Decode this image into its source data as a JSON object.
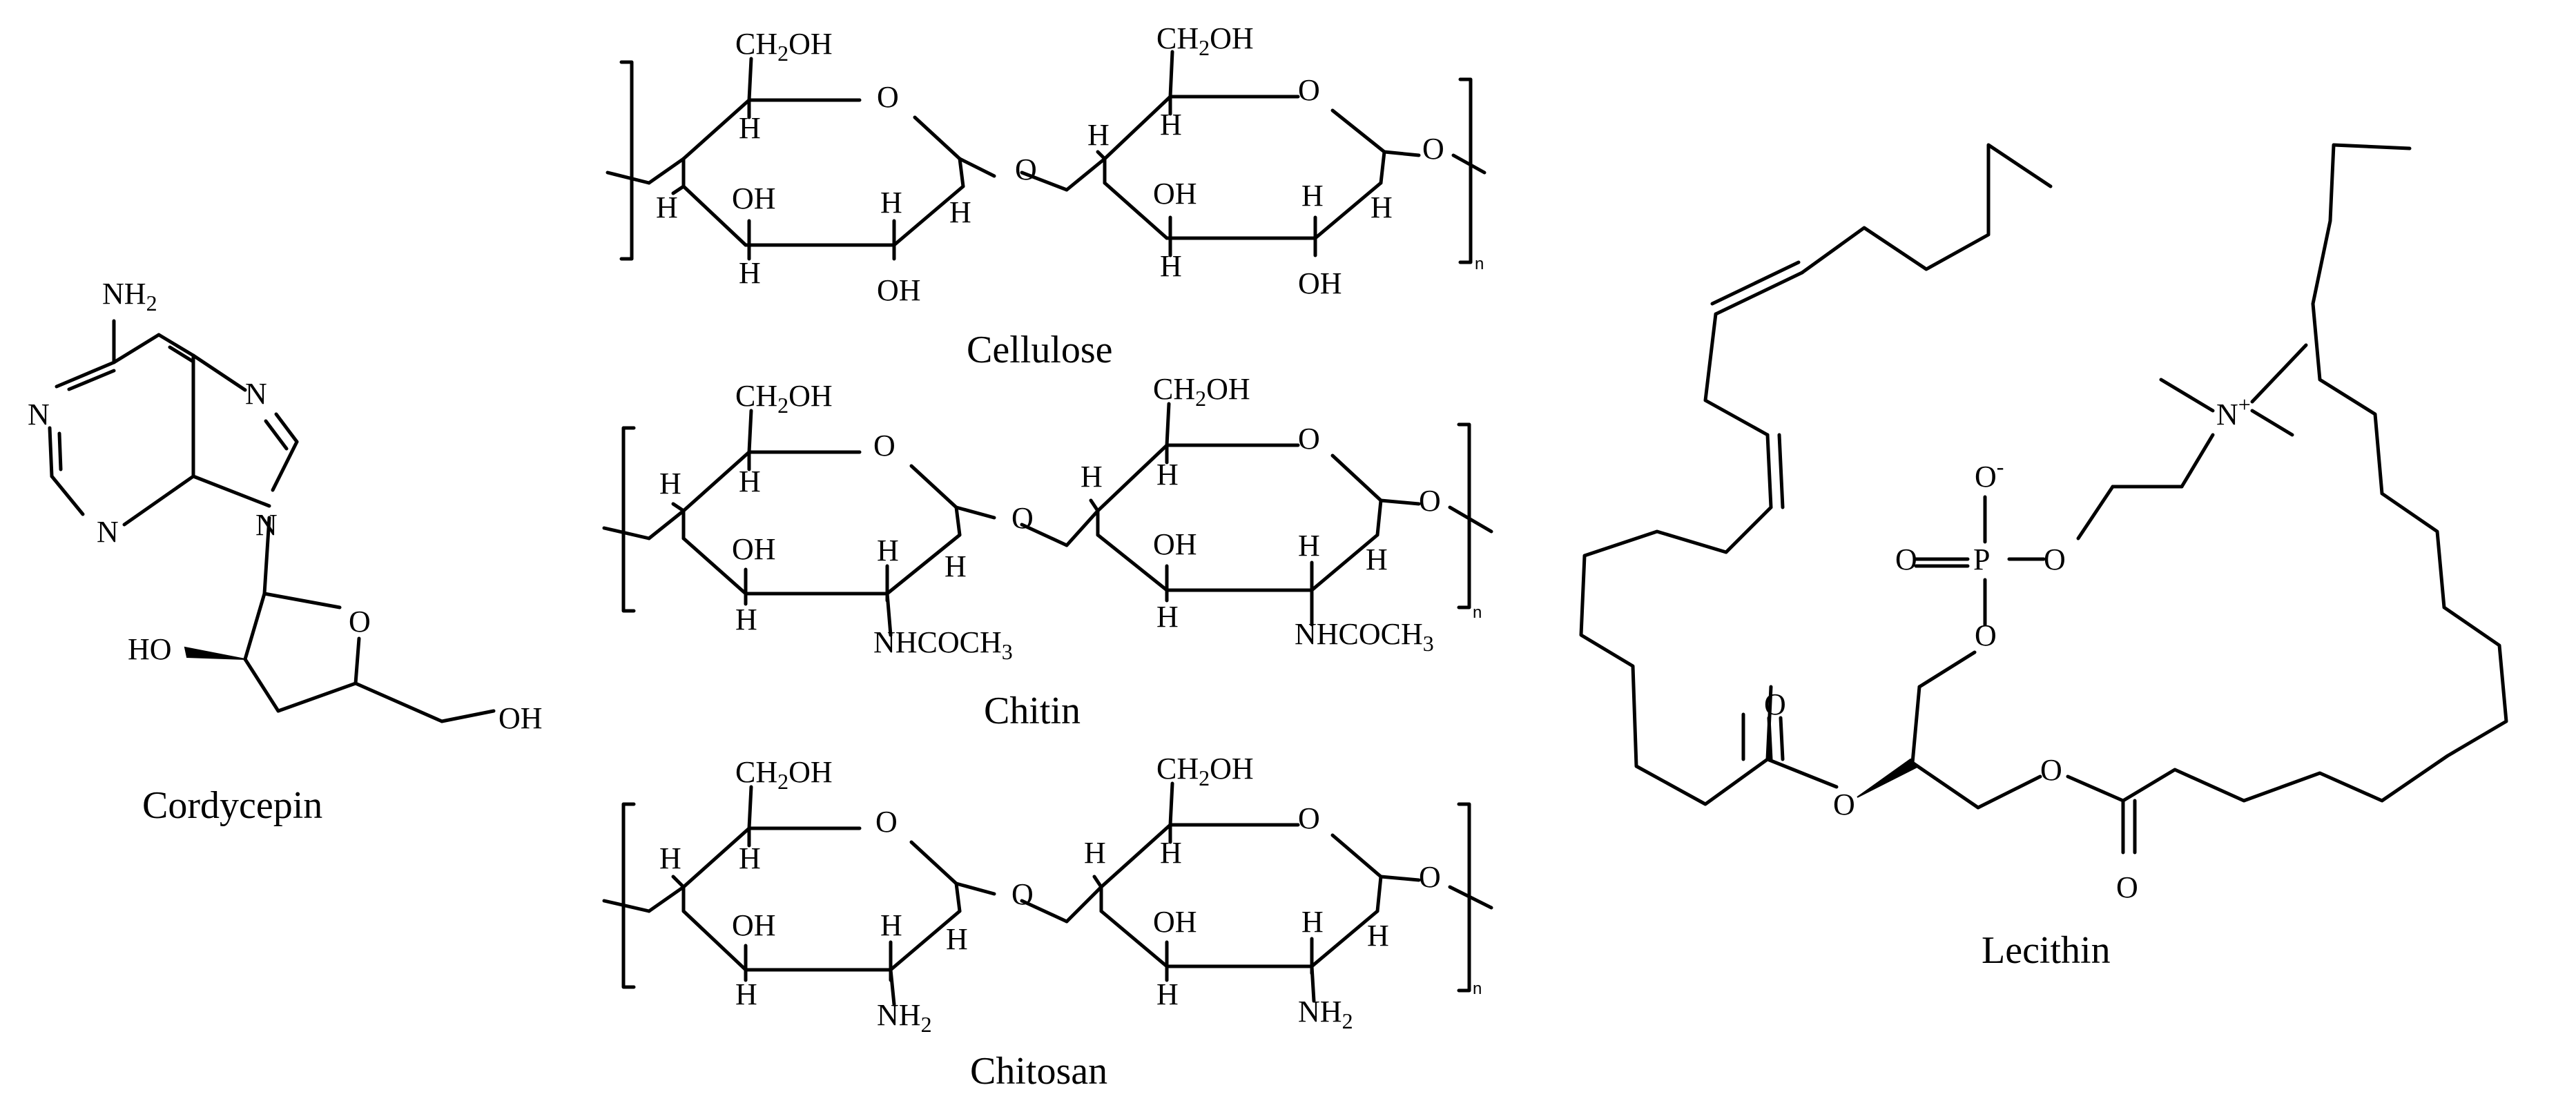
{
  "captions": {
    "cordycepin": "Cordycepin",
    "cellulose": "Cellulose",
    "chitin": "Chitin",
    "chitosan": "Chitosan",
    "lecithin": "Lecithin"
  },
  "atoms": {
    "O": "O",
    "N": "N",
    "H": "H",
    "P": "P",
    "HO": "HO",
    "OH": "OH",
    "CH2OH_main": "CH",
    "CH2OH_sub": "2",
    "CH2OH_tail": "OH",
    "NH2_main": "NH",
    "NH2_sub": "2",
    "NHCOCH3_main": "NHCOCH",
    "NHCOCH3_sub": "3",
    "O_minus": "-",
    "N_plus": "+",
    "repeat_index": "n"
  }
}
